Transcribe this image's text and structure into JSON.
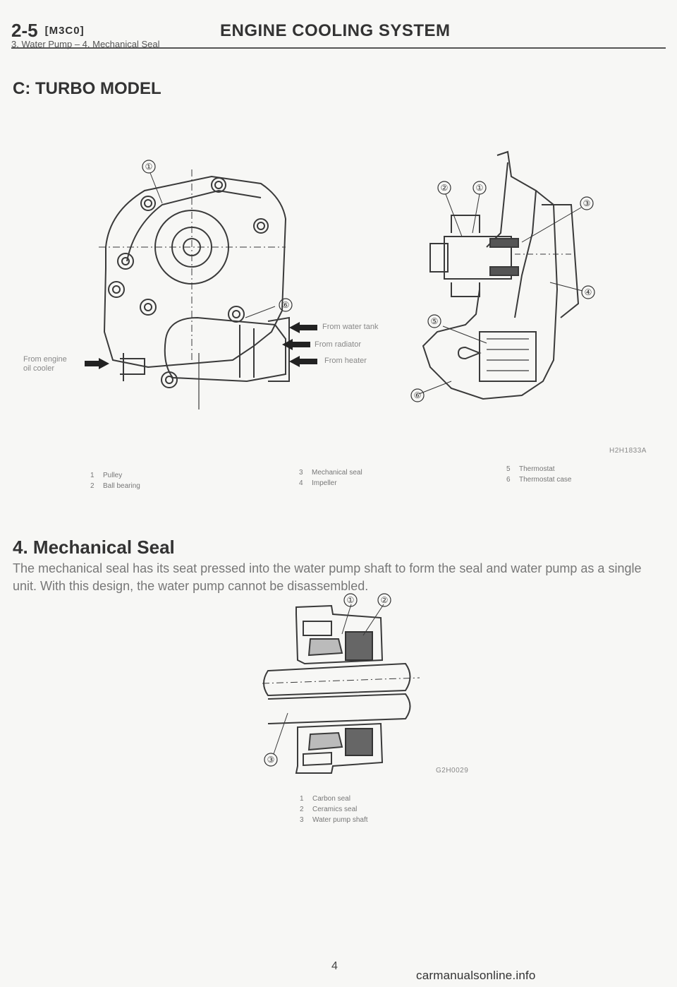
{
  "header": {
    "section_code": "2-5",
    "tag": "[M3C0]",
    "title": "ENGINE COOLING SYSTEM",
    "breadcrumb": "3. Water Pump – 4. Mechanical Seal"
  },
  "section_c": {
    "heading": "C: TURBO MODEL",
    "figure": {
      "callouts_left": [
        "①",
        "⑥"
      ],
      "callouts_right": [
        "②",
        "①",
        "③",
        "④",
        "⑤",
        "⑥"
      ],
      "arrow_labels": {
        "from_water_tank": "From water tank",
        "from_radiator": "From radiator",
        "from_heater": "From heater",
        "from_engine_oil_cooler_1": "From engine",
        "from_engine_oil_cooler_2": "oil cooler"
      },
      "code": "H2H1833A",
      "legend": [
        {
          "n": "1",
          "text": "Pulley"
        },
        {
          "n": "2",
          "text": "Ball bearing"
        },
        {
          "n": "3",
          "text": "Mechanical seal"
        },
        {
          "n": "4",
          "text": "Impeller"
        },
        {
          "n": "5",
          "text": "Thermostat"
        },
        {
          "n": "6",
          "text": "Thermostat case"
        }
      ]
    }
  },
  "section_4": {
    "heading": "4. Mechanical Seal",
    "paragraph": "The mechanical seal has its seat pressed into the water pump shaft to form the seal and water pump as a single unit. With this design, the water pump cannot be disassembled.",
    "figure": {
      "callouts": [
        "①",
        "②",
        "③"
      ],
      "code": "G2H0029",
      "legend": [
        {
          "n": "1",
          "text": "Carbon seal"
        },
        {
          "n": "2",
          "text": "Ceramics seal"
        },
        {
          "n": "3",
          "text": "Water pump shaft"
        }
      ]
    }
  },
  "footer": {
    "page_number": "4",
    "watermark": "carmanualsonline.info"
  }
}
